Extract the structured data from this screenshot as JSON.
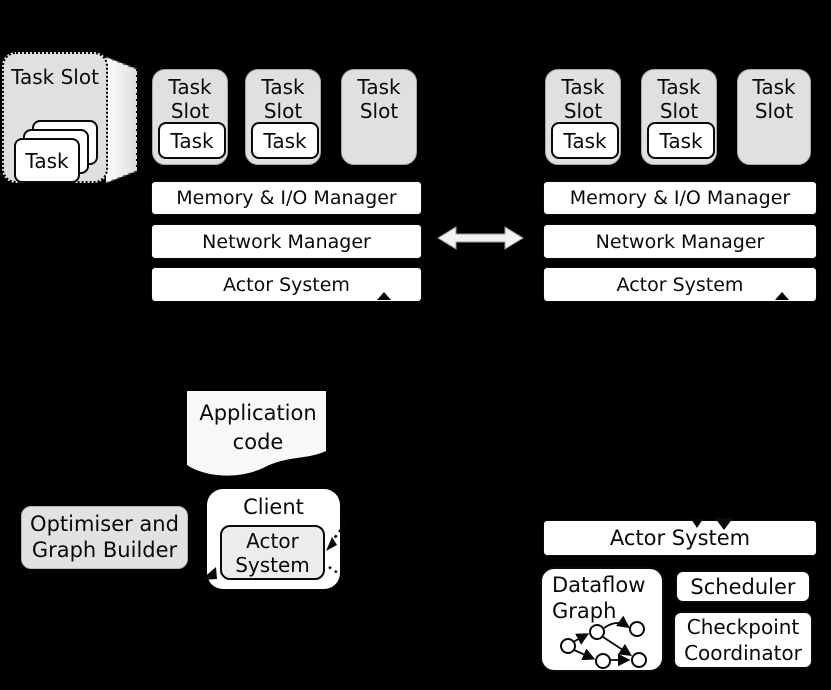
{
  "diagram": {
    "background": "#000000",
    "colors": {
      "slot_fill": "#e0e0e0",
      "box_fill": "#ffffff",
      "client_actor_fill": "#ececec",
      "optimiser_fill": "#e2e2e2",
      "application_code_fill": "#f8f8f8",
      "line_color": "#0a0a0a"
    },
    "task_manager_left": {
      "zoom_slot": {
        "label": "Task Slot",
        "task_label": "Task"
      },
      "slots": [
        {
          "label": "Task Slot",
          "task_label": "Task"
        },
        {
          "label": "Task Slot",
          "task_label": "Task"
        },
        {
          "label": "Task Slot"
        }
      ],
      "layers": {
        "memory": "Memory & I/O Manager",
        "network": "Network Manager",
        "actor": "Actor System"
      }
    },
    "task_manager_right": {
      "slots": [
        {
          "label": "Task Slot",
          "task_label": "Task"
        },
        {
          "label": "Task Slot",
          "task_label": "Task"
        },
        {
          "label": "Task Slot"
        }
      ],
      "layers": {
        "memory": "Memory & I/O Manager",
        "network": "Network Manager",
        "actor": "Actor System"
      }
    },
    "client_group": {
      "application_code": "Application code",
      "client_title": "Client",
      "client_actor_system": "Actor System",
      "optimiser": "Optimiser and Graph Builder"
    },
    "job_manager": {
      "actor_system": "Actor System",
      "dataflow_graph": "Dataflow Graph",
      "scheduler": "Scheduler",
      "checkpoint_coordinator": "Checkpoint Coordinator"
    }
  }
}
